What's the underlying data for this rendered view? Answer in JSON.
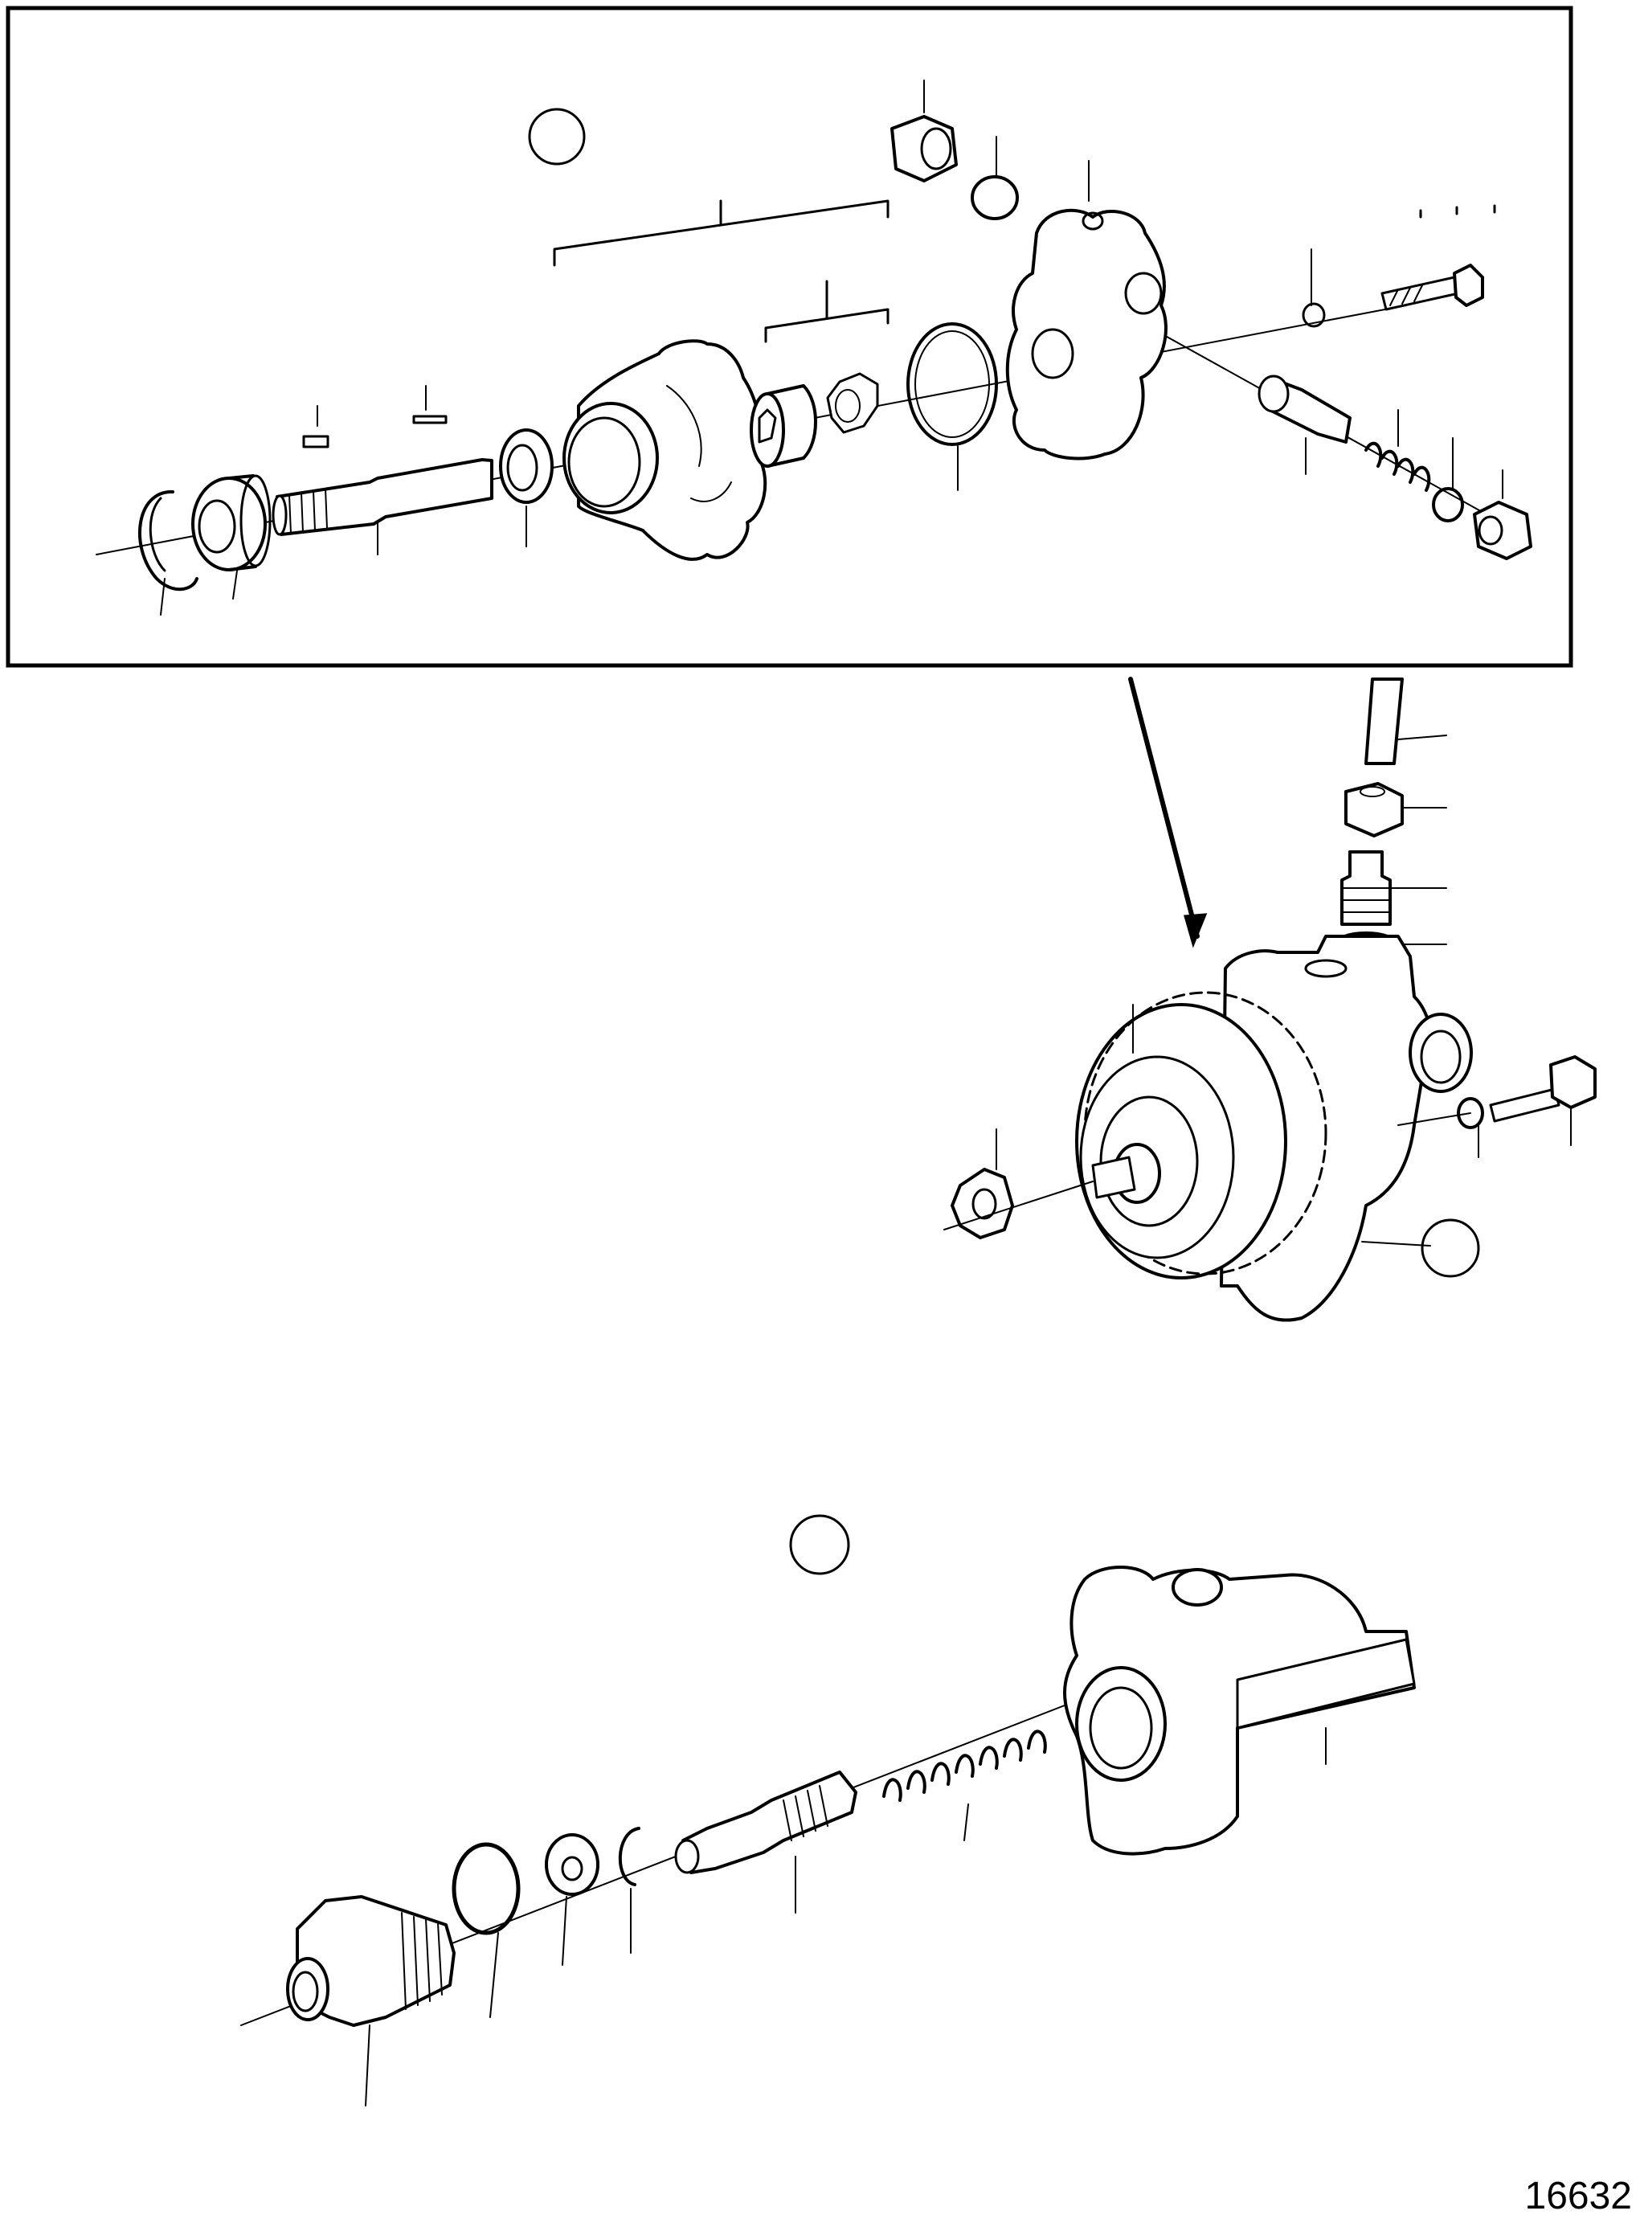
{
  "diagram": {
    "figure_number": "16632",
    "views": [
      {
        "id": "pump-exploded-view",
        "callout": ""
      },
      {
        "id": "pump-assembled-view",
        "callout": ""
      },
      {
        "id": "relief-valve-exploded-view",
        "callout": ""
      }
    ]
  }
}
